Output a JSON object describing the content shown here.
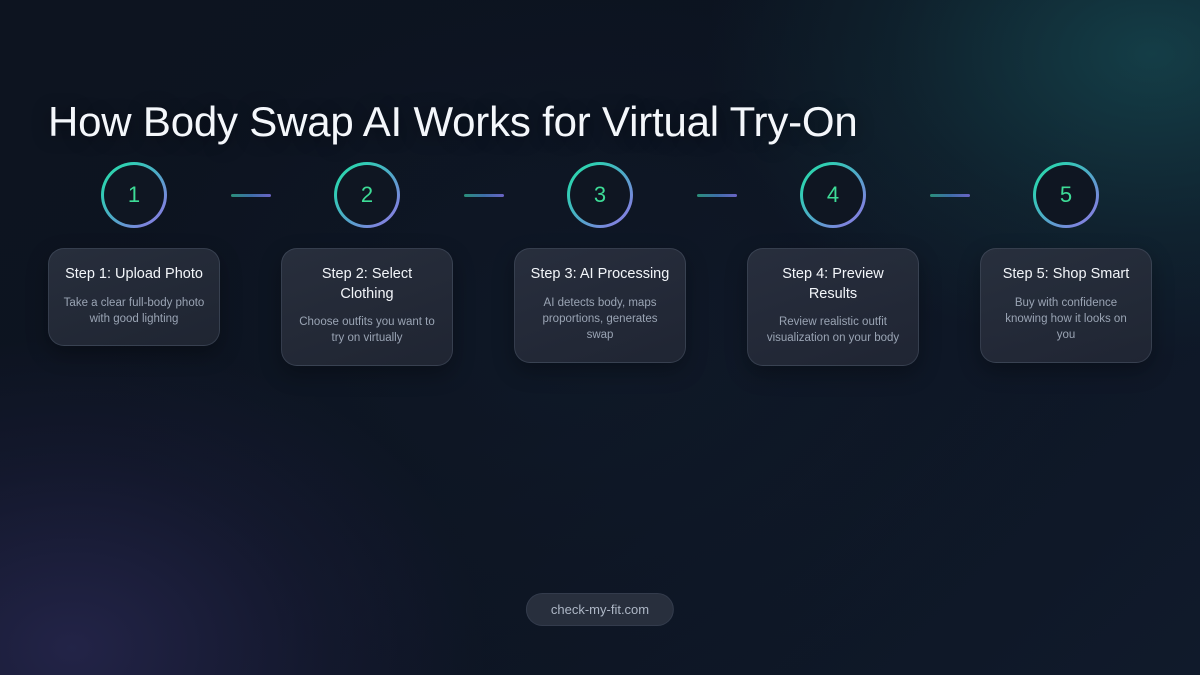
{
  "header": {
    "title": "How Body Swap AI Works for Virtual Try-On"
  },
  "colors": {
    "background": "#0d1420",
    "ring_start": "#2fd6a6",
    "ring_end": "#8b80e0",
    "number": "#3ddc97",
    "card_bg": "#272e3c",
    "card_title": "#f3f6fa",
    "card_desc": "#9aa4b4",
    "connector_start": "#2a8f79",
    "connector_end": "#6a63c4",
    "badge_text": "#aeb7c6"
  },
  "steps": [
    {
      "number": "1",
      "title": "Step 1: Upload Photo",
      "description": "Take a clear full-body photo with good lighting"
    },
    {
      "number": "2",
      "title": "Step 2: Select Clothing",
      "description": "Choose outfits you want to try on virtually"
    },
    {
      "number": "3",
      "title": "Step 3: AI Processing",
      "description": "AI detects body, maps proportions, generates swap"
    },
    {
      "number": "4",
      "title": "Step 4: Preview Results",
      "description": "Review realistic outfit visualization on your body"
    },
    {
      "number": "5",
      "title": "Step 5: Shop Smart",
      "description": "Buy with confidence knowing how it looks on you"
    }
  ],
  "footer": {
    "badge": "check-my-fit.com"
  }
}
